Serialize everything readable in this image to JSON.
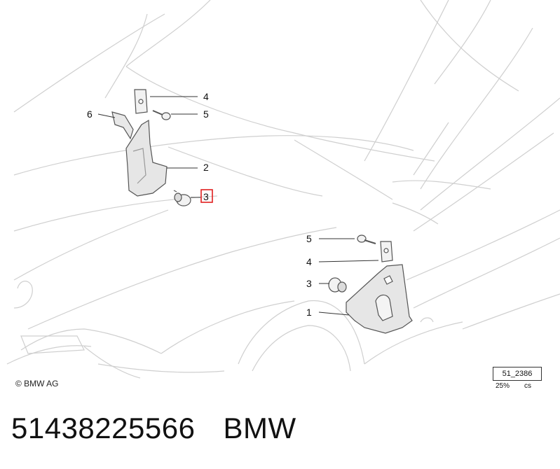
{
  "diagram": {
    "copyright": "© BMW AG",
    "ref_code": "51_2386",
    "scale": "25%",
    "scale_suffix": "cs",
    "callouts_upper": [
      "4",
      "5",
      "6",
      "2",
      "3"
    ],
    "callouts_lower": [
      "5",
      "4",
      "3",
      "1"
    ],
    "highlighted_callout": "3",
    "highlight_color": "#e02020",
    "line_color": "#c8c8c8",
    "part_stroke": "#555555"
  },
  "footer": {
    "part_number": "51438225566",
    "brand": "BMW"
  }
}
